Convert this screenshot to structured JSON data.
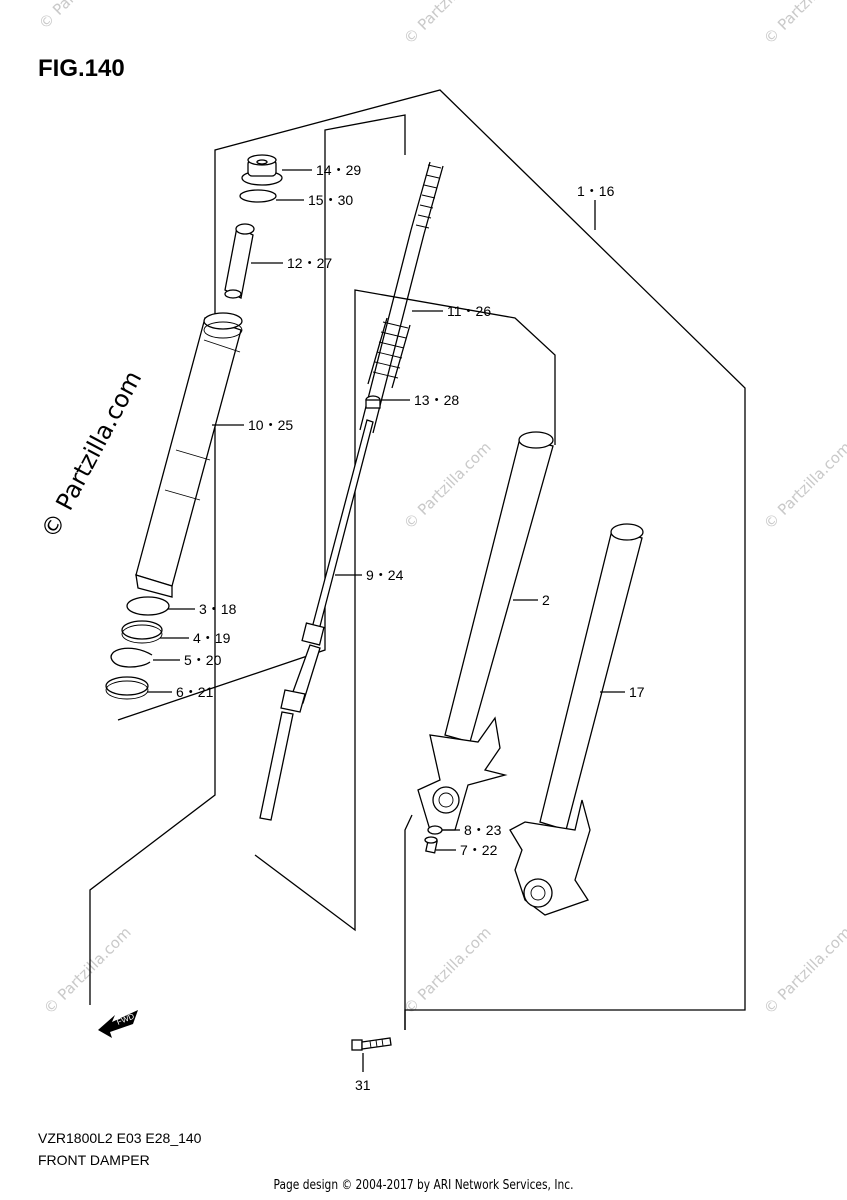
{
  "figure": {
    "title": "FIG.140",
    "model_code": "VZR1800L2 E03 E28_140",
    "caption": "FRONT DAMPER"
  },
  "copyright": "Page design © 2004-2017 by ARI Network Services, Inc.",
  "watermark": {
    "primary": "© Partzilla.com",
    "repeated": "© Partzilla.com"
  },
  "fwd_label": "FWD",
  "callouts": {
    "c14": "14・29",
    "c15": "15・30",
    "c12": "12・27",
    "c11": "11・26",
    "c1": "1・16",
    "c13": "13・28",
    "c10": "10・25",
    "c9": "9・24",
    "c2": "2",
    "c3": "3・18",
    "c4": "4・19",
    "c5": "5・20",
    "c6": "6・21",
    "c17": "17",
    "c8": "8・23",
    "c7": "7・22",
    "c31": "31"
  }
}
